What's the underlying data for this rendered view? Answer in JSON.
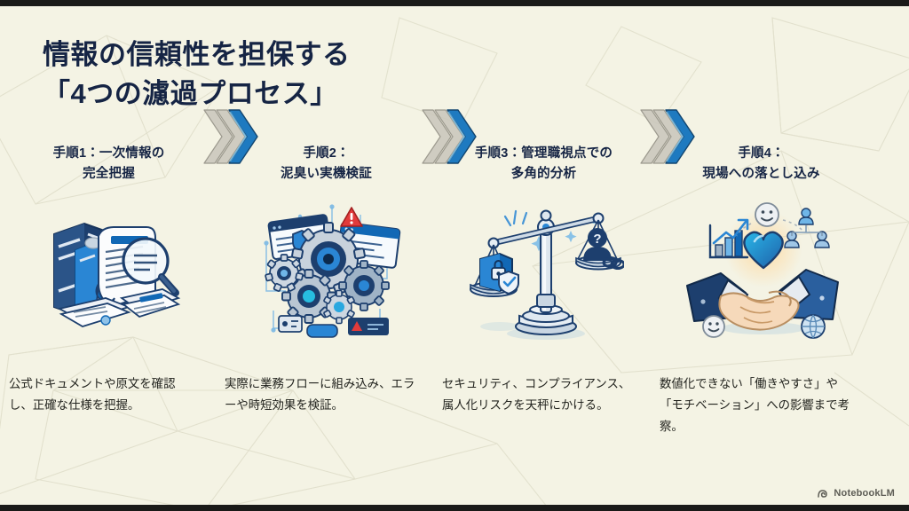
{
  "slide": {
    "title": "情報の信頼性を担保する\n「4つの濾過プロセス」",
    "background_color": "#f4f3e4",
    "title_color": "#152444",
    "accent_color": "#1f6fb5",
    "letterbox_color": "#1a1a18"
  },
  "steps": [
    {
      "heading": "手順1：一次情報の\n完全把握",
      "caption": "公式ドキュメントや原文を確認し、正確な仕様を把握。",
      "icon": "books-document-magnifier-icon"
    },
    {
      "heading": "手順2：\n泥臭い実機検証",
      "caption": "実際に業務フローに組み込み、エラーや時短効果を検証。",
      "icon": "gears-browser-windows-icon"
    },
    {
      "heading": "手順3：管理職視点での\n多角的分析",
      "caption": "セキュリティ、コンプライアンス、属人化リスクを天秤にかける。",
      "icon": "balance-scale-icon"
    },
    {
      "heading": "手順4：\n現場への落とし込み",
      "caption": "数値化できない「働きやすさ」や「モチベーション」への影響まで考察。",
      "icon": "handshake-heart-icon"
    }
  ],
  "separators": [
    {
      "icon": "double-chevron-right-icon"
    },
    {
      "icon": "double-chevron-right-icon"
    },
    {
      "icon": "double-chevron-right-icon"
    }
  ],
  "watermark": {
    "label": "NotebookLM",
    "icon": "notebooklm-logo-icon"
  }
}
